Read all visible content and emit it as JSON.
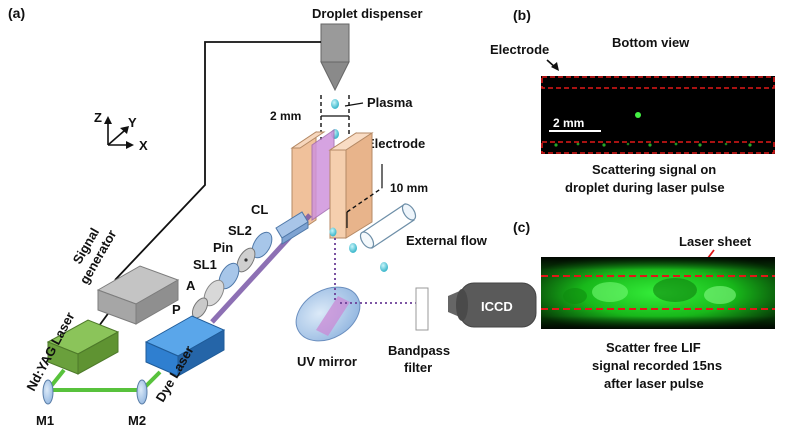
{
  "panels": {
    "a": "(a)",
    "b": "(b)",
    "c": "(c)"
  },
  "labels": {
    "droplet_dispenser": "Droplet dispenser",
    "plasma": "Plasma",
    "two_mm": "2 mm",
    "electrode": "Electrode",
    "ten_mm": "10 mm",
    "external_flow": "External flow",
    "iccd": "ICCD",
    "bandpass_line1": "Bandpass",
    "bandpass_line2": "filter",
    "uv_mirror": "UV mirror",
    "cl": "CL",
    "sl2": "SL2",
    "pin": "Pin",
    "sl1": "SL1",
    "a_aperture": "A",
    "p_polarizer": "P",
    "signal_line1": "Signal",
    "signal_line2": "generator",
    "ndyag": "Nd:YAG Laser",
    "dye": "Dye Laser",
    "m1": "M1",
    "m2": "M2",
    "axis_z": "Z",
    "axis_y": "Y",
    "axis_x": "X"
  },
  "panel_b": {
    "electrode_label": "Electrode",
    "bottom_view": "Bottom view",
    "scale": "2 mm",
    "caption_line1": "Scattering signal on",
    "caption_line2": "droplet during laser pulse"
  },
  "panel_c": {
    "laser_sheet": "Laser sheet",
    "caption_line1": "Scatter free LIF",
    "caption_line2": "signal recorded 15ns",
    "caption_line3": "after laser pulse"
  },
  "colors": {
    "nd_yag_box": "#6aa03c",
    "dye_laser_box": "#2f7fd0",
    "signal_gen_box": "#a6a6a6",
    "electrode": "#f3c9a6",
    "plasma": "#c98ad6",
    "droplet": "#5fd3e0",
    "mirror": "#a9c9ec",
    "laser_path": "#7a58a8",
    "lif_green": "#1fd41f",
    "dashed_red": "#e01818"
  }
}
